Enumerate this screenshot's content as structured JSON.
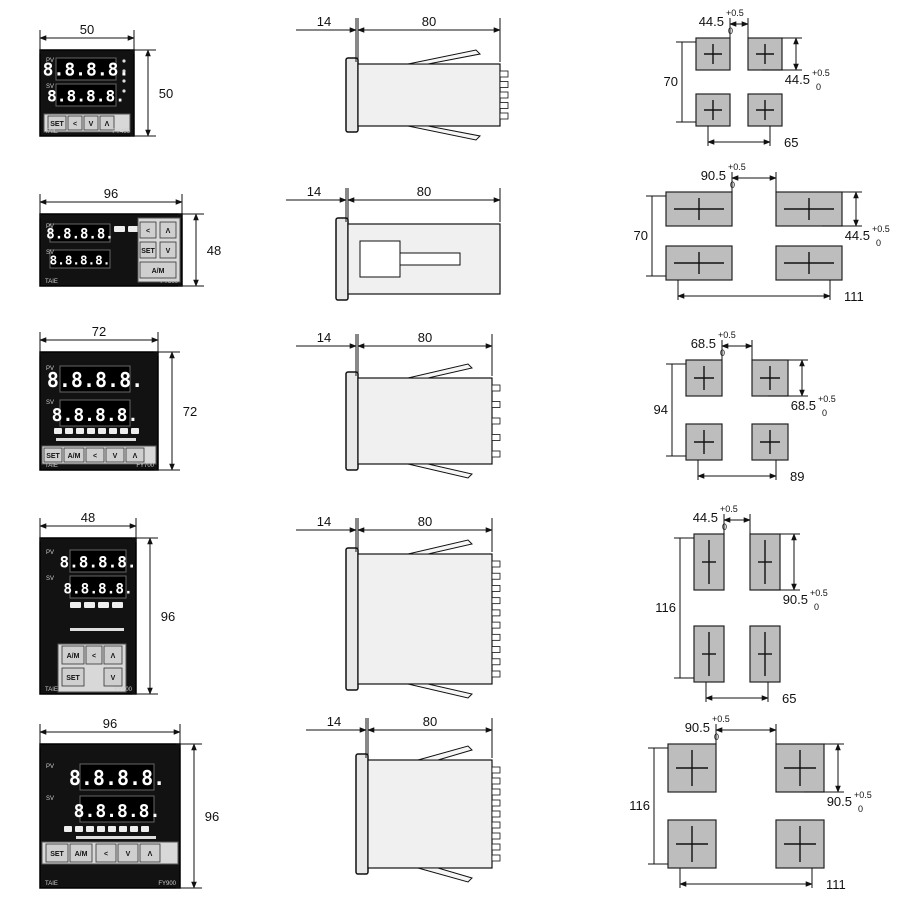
{
  "rows": [
    {
      "front": {
        "width_label": "50",
        "height_label": "50",
        "pv_label": "PV",
        "sv_label": "SV",
        "pv_digits": "8.8.8.8.",
        "sv_digits": "8.8.8.8.",
        "buttons": [
          "SET",
          "<",
          "V",
          "Λ"
        ],
        "brand": "TAIE",
        "model": "FY400"
      },
      "side": {
        "bezel_label": "14",
        "depth_label": "80"
      },
      "cutout": {
        "h_gap_label": "44.5",
        "h_tol_upper": "+0.5",
        "h_tol_lower": "0",
        "v_gap_label": "44.5",
        "v_tol_upper": "+0.5",
        "v_tol_lower": "0",
        "v_pitch_label": "70",
        "h_pitch_label": "65"
      }
    },
    {
      "front": {
        "width_label": "96",
        "height_label": "48",
        "pv_label": "PV",
        "sv_label": "SV",
        "pv_digits": "8.8.8.8.",
        "sv_digits": "8.8.8.8.",
        "buttons": [
          "<",
          "Λ",
          "SET",
          "V",
          "A/M"
        ],
        "brand": "TAIE",
        "model": "FY800"
      },
      "side": {
        "bezel_label": "14",
        "depth_label": "80"
      },
      "cutout": {
        "h_gap_label": "90.5",
        "h_tol_upper": "+0.5",
        "h_tol_lower": "0",
        "v_gap_label": "44.5",
        "v_tol_upper": "+0.5",
        "v_tol_lower": "0",
        "v_pitch_label": "70",
        "h_pitch_label": "111"
      }
    },
    {
      "front": {
        "width_label": "72",
        "height_label": "72",
        "pv_label": "PV",
        "sv_label": "SV",
        "pv_digits": "8.8.8.8.",
        "sv_digits": "8.8.8.8.",
        "buttons": [
          "SET",
          "A/M",
          "<",
          "V",
          "Λ"
        ],
        "brand": "TAIE",
        "model": "FY700"
      },
      "side": {
        "bezel_label": "14",
        "depth_label": "80"
      },
      "cutout": {
        "h_gap_label": "68.5",
        "h_tol_upper": "+0.5",
        "h_tol_lower": "0",
        "v_gap_label": "68.5",
        "v_tol_upper": "+0.5",
        "v_tol_lower": "0",
        "v_pitch_label": "94",
        "h_pitch_label": "89"
      }
    },
    {
      "front": {
        "width_label": "48",
        "height_label": "96",
        "pv_label": "PV",
        "sv_label": "SV",
        "pv_digits": "8.8.8.8.",
        "sv_digits": "8.8.8.8.",
        "buttons": [
          "A/M",
          "<",
          "Λ",
          "SET",
          "V"
        ],
        "brand": "TAIE",
        "model": "FY600"
      },
      "side": {
        "bezel_label": "14",
        "depth_label": "80"
      },
      "cutout": {
        "h_gap_label": "44.5",
        "h_tol_upper": "+0.5",
        "h_tol_lower": "0",
        "v_gap_label": "90.5",
        "v_tol_upper": "+0.5",
        "v_tol_lower": "0",
        "v_pitch_label": "116",
        "h_pitch_label": "65"
      }
    },
    {
      "front": {
        "width_label": "96",
        "height_label": "96",
        "pv_label": "PV",
        "sv_label": "SV",
        "pv_digits": "8.8.8.8.",
        "sv_digits": "8.8.8.8.",
        "buttons": [
          "SET",
          "A/M",
          "<",
          "V",
          "Λ"
        ],
        "brand": "TAIE",
        "model": "FY900"
      },
      "side": {
        "bezel_label": "14",
        "depth_label": "80"
      },
      "cutout": {
        "h_gap_label": "90.5",
        "h_tol_upper": "+0.5",
        "h_tol_lower": "0",
        "v_gap_label": "90.5",
        "v_tol_upper": "+0.5",
        "v_tol_lower": "0",
        "v_pitch_label": "116",
        "h_pitch_label": "111"
      }
    }
  ]
}
